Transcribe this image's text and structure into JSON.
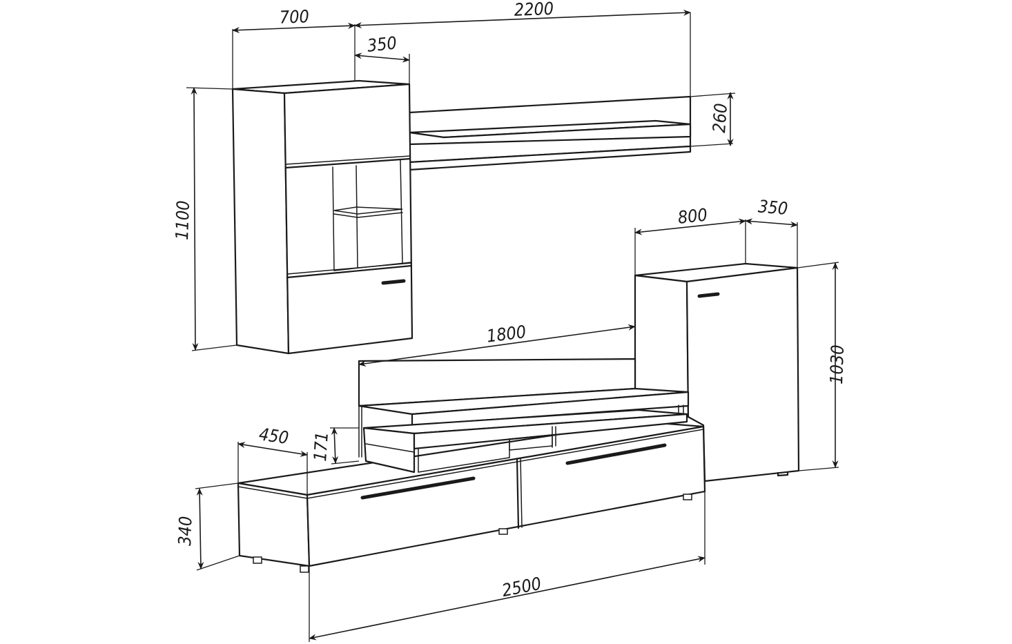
{
  "diagram": {
    "dimensions": {
      "wall_cabinet_width": "700",
      "shelf_length": "2200",
      "wall_cabinet_depth": "350",
      "shelf_height": "260",
      "wall_cabinet_height": "1100",
      "tall_cabinet_width": "800",
      "tall_cabinet_depth": "350",
      "tall_cabinet_height": "1030",
      "tv_shelf_length": "1800",
      "low_unit_depth": "450",
      "tv_shelf_height": "171",
      "low_unit_height": "340",
      "total_length": "2500"
    }
  }
}
